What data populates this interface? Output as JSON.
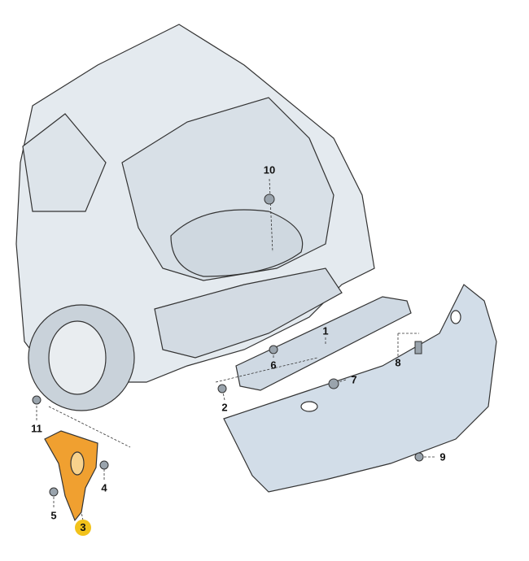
{
  "parts": [
    {
      "id": "10",
      "label": "10"
    },
    {
      "id": "1",
      "label": "1"
    },
    {
      "id": "8",
      "label": "8"
    },
    {
      "id": "6",
      "label": "6"
    },
    {
      "id": "7",
      "label": "7"
    },
    {
      "id": "2",
      "label": "2"
    },
    {
      "id": "11",
      "label": "11"
    },
    {
      "id": "4",
      "label": "4"
    },
    {
      "id": "5",
      "label": "5"
    },
    {
      "id": "3",
      "label": "3",
      "highlighted": true
    },
    {
      "id": "9",
      "label": "9"
    }
  ],
  "colors": {
    "body": "#e4eaef",
    "bumper": "#d2dde8",
    "highlight_part": "#f0a030",
    "highlight_label": "#f2c21b",
    "line": "#333333"
  }
}
